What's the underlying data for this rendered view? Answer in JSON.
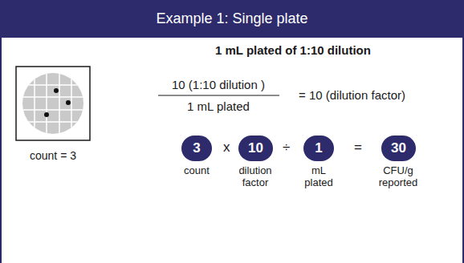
{
  "diagram": {
    "title": "Example 1: Single plate",
    "nodes": [
      {
        "text": [
          "3"
        ]
      },
      {
        "text": [
          "10"
        ]
      },
      {
        "text": [
          "1"
        ]
      },
      {
        "text": [
          "30"
        ]
      }
    ],
    "labels": [
      "1 mL plated of 1:10 dilution",
      "10 (1:10 dilution )",
      "1 mL plated",
      "= 10 (dilution factor)",
      "count = 3",
      "x",
      "÷",
      "=",
      "count",
      "dilution factor",
      "mL plated",
      "CFU/g reported"
    ]
  }
}
